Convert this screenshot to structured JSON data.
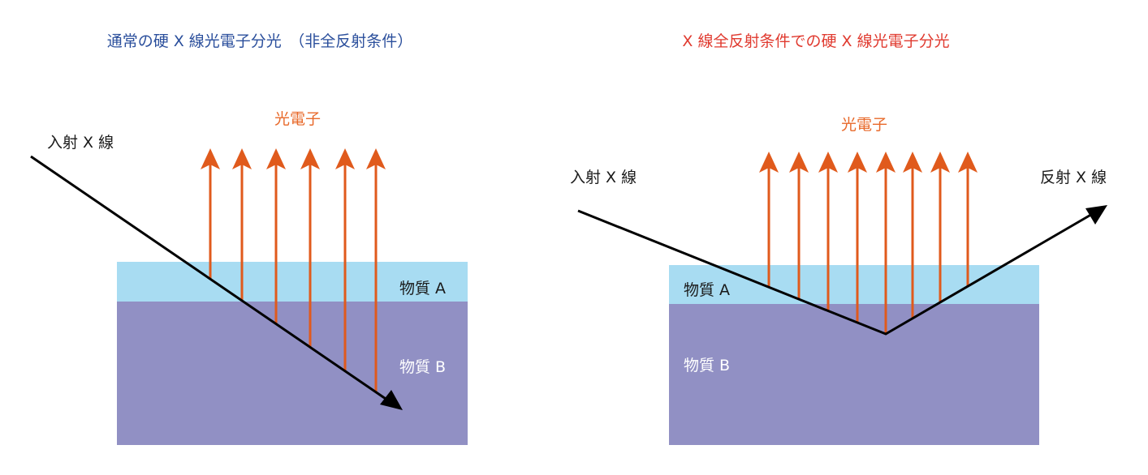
{
  "left_panel": {
    "title": "通常の硬 X 線光電子分光　（非全反射条件）",
    "incident_label": "入射 X 線",
    "photoelectron_label": "光電子",
    "material_a": "物質 A",
    "material_b": "物質 B",
    "photoelectron_count": 6
  },
  "right_panel": {
    "title": "X 線全反射条件での硬 X 線光電子分光",
    "incident_label": "入射 X 線",
    "reflected_label": "反射 X 線",
    "photoelectron_label": "光電子",
    "material_a": "物質 A",
    "material_b": "物質 B",
    "photoelectron_count": 8
  },
  "colors": {
    "left_title": "#2b4f9c",
    "right_title": "#e03a2f",
    "photoelectron": "#e05a1c",
    "material_a": "#a8dcf2",
    "material_b": "#9190c4",
    "ray": "#000000"
  }
}
